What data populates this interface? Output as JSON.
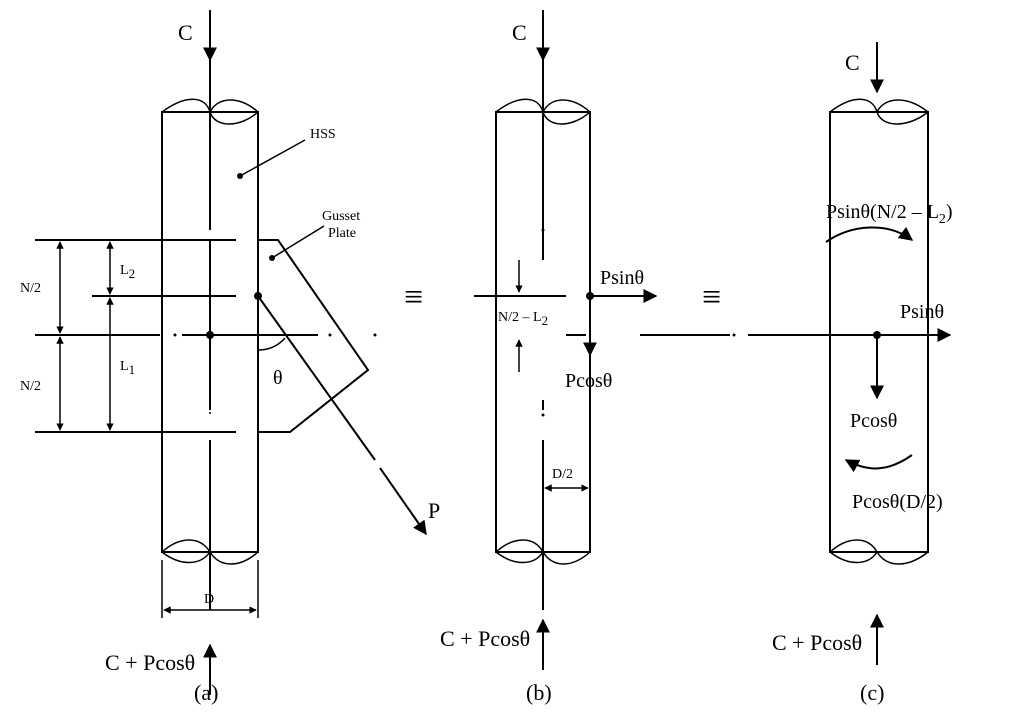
{
  "panel_a": {
    "top_load": "C",
    "hss": "HSS",
    "gusset_line1": "Gusset",
    "gusset_line2": "Plate",
    "n2_upper": "N/2",
    "n2_lower": "N/2",
    "l2": "L",
    "l2_sub": "2",
    "l1": "L",
    "l1_sub": "1",
    "theta": "θ",
    "p": "P",
    "d": "D",
    "bottom_load": "C + Pcosθ",
    "caption": "(a)"
  },
  "equiv_1": "≡",
  "panel_b": {
    "top_load": "C",
    "psin": "Psinθ",
    "offset": "N/2 – L",
    "offset_sub": "2",
    "pcos": "Pcosθ",
    "half_d": "D/2",
    "bottom_load": "C + Pcosθ",
    "caption": "(b)"
  },
  "equiv_2": "≡",
  "panel_c": {
    "top_load": "C",
    "moment_top": "Psinθ(N/2 – L",
    "moment_top_sub": "2",
    "moment_top_end": ")",
    "psin": "Psinθ",
    "pcos": "Pcosθ",
    "moment_bottom": "Pcosθ(D/2)",
    "bottom_load": "C + Pcosθ",
    "caption": "(c)"
  }
}
